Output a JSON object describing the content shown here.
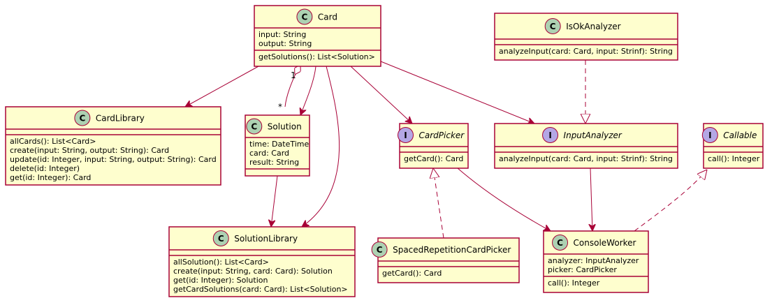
{
  "classes": [
    {
      "id": "card",
      "kind": "C",
      "name": "Card",
      "fields": [
        "input: String",
        "output: String"
      ],
      "methods": [
        "getSolutions(): List<Solution>"
      ]
    },
    {
      "id": "isok",
      "kind": "C",
      "name": "IsOkAnalyzer",
      "fields": [],
      "methods": [
        "analyzeInput(card: Card, input: Strinf): String"
      ]
    },
    {
      "id": "cardlib",
      "kind": "C",
      "name": "CardLibrary",
      "fields": [],
      "methods": [
        "allCards(): List<Card>",
        "create(input: String, output: String): Card",
        "update(id: Integer, input: String, output: String): Card",
        "delete(id: Integer)",
        "get(id: Integer): Card"
      ]
    },
    {
      "id": "solution",
      "kind": "C",
      "name": "Solution",
      "fields": [
        "time: DateTime",
        "card: Card",
        "result: String"
      ],
      "methods": []
    },
    {
      "id": "cardpicker",
      "kind": "I",
      "name": "CardPicker",
      "fields": [],
      "methods": [
        "getCard(): Card"
      ]
    },
    {
      "id": "inputanalyzer",
      "kind": "I",
      "name": "InputAnalyzer",
      "fields": [],
      "methods": [
        "analyzeInput(card: Card, input: Strinf): String"
      ]
    },
    {
      "id": "callable",
      "kind": "I",
      "name": "Callable",
      "fields": [],
      "methods": [
        "call(): Integer"
      ]
    },
    {
      "id": "sollib",
      "kind": "C",
      "name": "SolutionLibrary",
      "fields": [],
      "methods": [
        "allSolution(): List<Card>",
        "create(input: String, card: Card): Solution",
        "get(id: Integer): Solution",
        "getCardSolutions(card: Card): List<Solution>"
      ]
    },
    {
      "id": "spaced",
      "kind": "C",
      "name": "SpacedRepetitionCardPicker",
      "fields": [],
      "methods": [
        "getCard(): Card"
      ]
    },
    {
      "id": "console",
      "kind": "C",
      "name": "ConsoleWorker",
      "fields": [
        "analyzer: InputAnalyzer",
        "picker: CardPicker"
      ],
      "methods": [
        "call(): Integer"
      ]
    }
  ],
  "relations": [
    {
      "from": "card",
      "to": "cardlib",
      "type": "association"
    },
    {
      "from": "card",
      "to": "solution",
      "type": "aggregation",
      "from_mult": "1",
      "to_mult": "*"
    },
    {
      "from": "card",
      "to": "solution",
      "type": "association"
    },
    {
      "from": "card",
      "to": "sollib",
      "type": "association"
    },
    {
      "from": "card",
      "to": "cardpicker",
      "type": "association"
    },
    {
      "from": "card",
      "to": "inputanalyzer",
      "type": "association"
    },
    {
      "from": "isok",
      "to": "inputanalyzer",
      "type": "realization"
    },
    {
      "from": "solution",
      "to": "sollib",
      "type": "association"
    },
    {
      "from": "spaced",
      "to": "cardpicker",
      "type": "realization"
    },
    {
      "from": "cardpicker",
      "to": "console",
      "type": "association"
    },
    {
      "from": "inputanalyzer",
      "to": "console",
      "type": "association"
    },
    {
      "from": "console",
      "to": "callable",
      "type": "realization"
    }
  ]
}
